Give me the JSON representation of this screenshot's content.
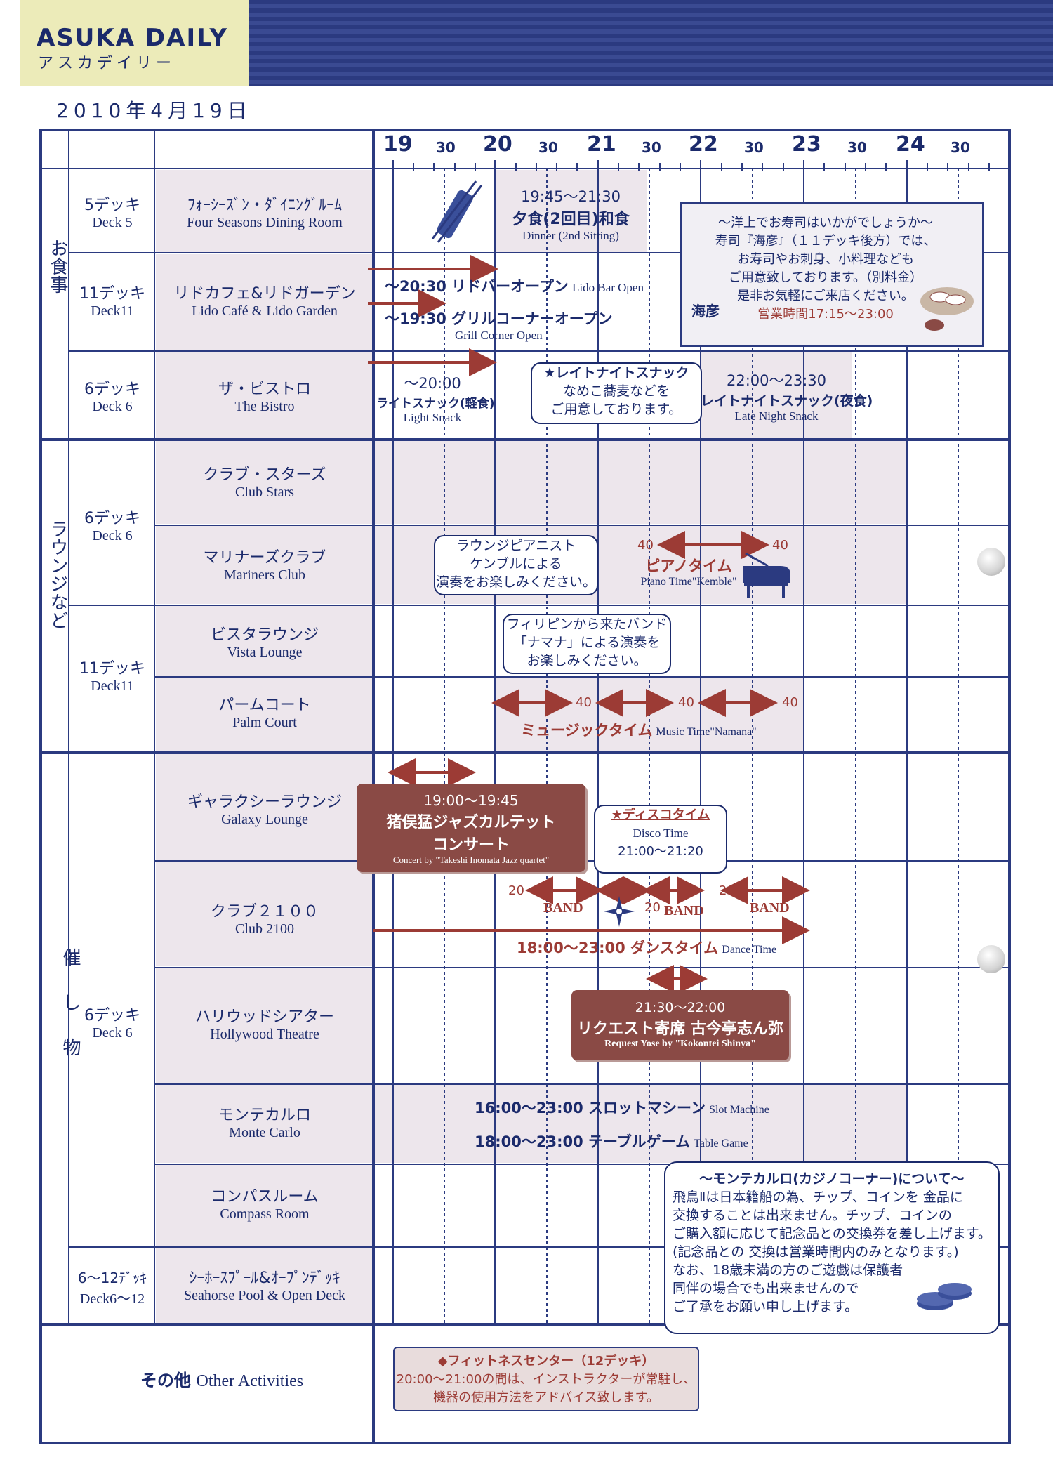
{
  "header": {
    "title_en": "ASUKA DAILY",
    "title_jp": "アスカデイリー",
    "date": "2010年4月19日"
  },
  "timeline": {
    "hours": [
      "19",
      "20",
      "21",
      "22",
      "23",
      "24"
    ],
    "half": "30"
  },
  "categories": {
    "dining": "お食事",
    "lounge": "ラウンジなど",
    "events": "催し物"
  },
  "decks": {
    "deck5": {
      "jp": "5デッキ",
      "en": "Deck 5"
    },
    "deck11a": {
      "jp": "11デッキ",
      "en": "Deck11"
    },
    "deck6a": {
      "jp": "6デッキ",
      "en": "Deck 6"
    },
    "deck6b": {
      "jp": "6デッキ",
      "en": "Deck 6"
    },
    "deck11b": {
      "jp": "11デッキ",
      "en": "Deck11"
    },
    "deck6c": {
      "jp": "6デッキ",
      "en": "Deck 6"
    },
    "deck612": {
      "jp": "6～12ﾃﾞｯｷ",
      "en": "Deck6～12"
    }
  },
  "venues": {
    "four_seasons": {
      "jp": "ﾌｫｰｼｰｽﾞﾝ・ﾀﾞｲﾆﾝｸﾞﾙｰﾑ",
      "en": "Four Seasons Dining Room"
    },
    "lido": {
      "jp": "リドカフェ&リドガーデン",
      "en": "Lido Café & Lido Garden"
    },
    "bistro": {
      "jp": "ザ・ビストロ",
      "en": "The Bistro"
    },
    "club_stars": {
      "jp": "クラブ・スターズ",
      "en": "Club Stars"
    },
    "mariners": {
      "jp": "マリナーズクラブ",
      "en": "Mariners Club"
    },
    "vista": {
      "jp": "ビスタラウンジ",
      "en": "Vista Lounge"
    },
    "palm": {
      "jp": "パームコート",
      "en": "Palm Court"
    },
    "galaxy": {
      "jp": "ギャラクシーラウンジ",
      "en": "Galaxy Lounge"
    },
    "club2100": {
      "jp": "クラブ２１００",
      "en": "Club 2100"
    },
    "hollywood": {
      "jp": "ハリウッドシアター",
      "en": "Hollywood Theatre"
    },
    "monte": {
      "jp": "モンテカルロ",
      "en": "Monte Carlo"
    },
    "compass": {
      "jp": "コンパスルーム",
      "en": "Compass Room"
    },
    "seahorse": {
      "jp": "ｼｰﾎｰｽﾌﾟｰﾙ&ｵｰﾌﾟﾝﾃﾞｯｷ",
      "en": "Seahorse Pool & Open Deck"
    },
    "other_jp": "その他",
    "other_en": "Other Activities"
  },
  "events": {
    "dinner_time": "19:45～21:30",
    "dinner_jp": "夕食(2回目)和食",
    "dinner_en": "Dinner (2nd Sitting)",
    "lido_bar": "～20:30 リドバーオープン",
    "lido_bar_en": "Lido Bar Open",
    "grill": "～19:30 グリルコーナーオープン",
    "grill_en": "Grill Corner Open",
    "snack_time": "～20:00",
    "snack_jp": "ライトスナック(軽食)",
    "snack_en": "Light Snack",
    "late_bubble_title": "★レイトナイトスナック",
    "late_bubble_l1": "なめこ蕎麦などを",
    "late_bubble_l2": "ご用意しております。",
    "late_time": "22:00～23:30",
    "late_jp": "レイトナイトスナック(夜食)",
    "late_en": "Late Night Snack",
    "pianist_l1": "ラウンジピアニスト",
    "pianist_l2": "ケンブルによる",
    "pianist_l3": "演奏をお楽しみください。",
    "piano_min": "40",
    "piano_jp": "ピアノタイム",
    "piano_en": "Piano Time\"Kemble\"",
    "band_l1": "フィリピンから来たバンド",
    "band_l2": "「ナマナ」による演奏を",
    "band_l3": "お楽しみください。",
    "music_min": "40",
    "music_jp": "ミュージックタイム",
    "music_en": "Music Time\"Namana\"",
    "jazz_time": "19:00～19:45",
    "jazz_jp1": "猪俣猛ジャズカルテット",
    "jazz_jp2": "コンサート",
    "jazz_en": "Concert by \"Takeshi Inomata Jazz quartet\"",
    "disco_title": "★ディスコタイム",
    "disco_en": "Disco Time",
    "disco_time": "21:00～21:20",
    "band_min": "20",
    "band_label": "BAND",
    "dance": "18:00～23:00 ダンスタイム",
    "dance_en": "Dance Time",
    "yose_time": "21:30～22:00",
    "yose_jp": "リクエスト寄席 古今亭志ん弥",
    "yose_en": "Request Yose by \"Kokontei Shinya\"",
    "slot": "16:00～23:00 スロットマシーン",
    "slot_en": "Slot Machine",
    "table": "18:00～23:00 テーブルゲーム",
    "table_en": "Table Game"
  },
  "sushi": {
    "l1": "～洋上でお寿司はいかがでしょうか～",
    "l2": "寿司『海彦』（１１デッキ後方）では、",
    "l3": "お寿司やお刺身、小料理なども",
    "l4": "ご用意致しております。（別料金）",
    "l5": "是非お気軽にご来店ください。",
    "l6": "営業時間17:15～23:00",
    "logo": "海彦"
  },
  "casino": {
    "title": "～モンテカルロ(カジノコーナー)について～",
    "l1": "飛鳥Ⅱは日本籍船の為、チップ、コインを 金品に",
    "l2": "交換することは出来ません。チップ、コインの",
    "l3": "ご購入額に応じて記念品との交換券を差し上げます。",
    "l4": "(記念品との 交換は営業時間内のみとなります。)",
    "l5": "なお、18歳未満の方のご遊戯は保護者",
    "l6": "同伴の場合でも出来ませんので",
    "l7": "ご了承をお願い申し上げます。"
  },
  "fitness": {
    "title": "◆フィットネスセンター（12デッキ）",
    "l1": "20:00～21:00の間は、インストラクターが常駐し、",
    "l2": "機器の使用方法をアドバイス致します。"
  },
  "colors": {
    "navy": "#1b2a6b",
    "brown": "#8a4a45",
    "accent_red": "#9c3b35"
  }
}
